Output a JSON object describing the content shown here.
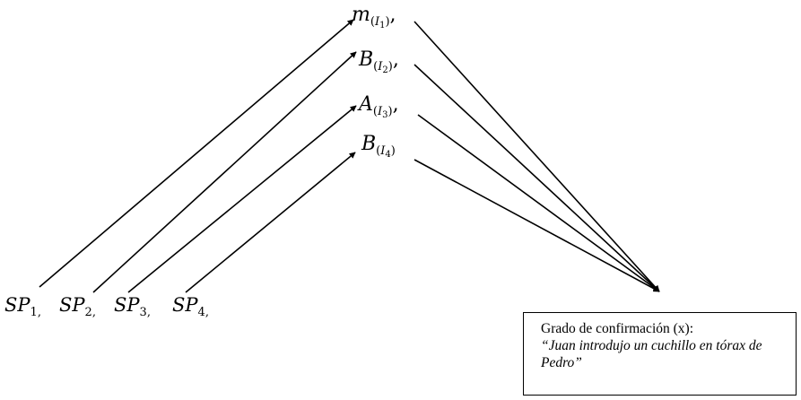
{
  "nodes": {
    "top": [
      {
        "base": "m",
        "sub_letter": "I",
        "sub_index": "1",
        "suffix": ","
      },
      {
        "base": "B",
        "sub_letter": "I",
        "sub_index": "2",
        "suffix": ","
      },
      {
        "base": "A",
        "sub_letter": "I",
        "sub_index": "3",
        "suffix": ","
      },
      {
        "base": "B",
        "sub_letter": "I",
        "sub_index": "4",
        "suffix": ""
      }
    ],
    "sources": [
      {
        "base": "SP",
        "index": "1",
        "suffix": ","
      },
      {
        "base": "SP",
        "index": "2",
        "suffix": ","
      },
      {
        "base": "SP",
        "index": "3",
        "suffix": ","
      },
      {
        "base": "SP",
        "index": "4",
        "suffix": ","
      }
    ]
  },
  "result": {
    "title": "Grado de confirmación (x):",
    "quote": "“Juan introdujo un cuchillo en tórax de Pedro”"
  },
  "colors": {
    "ink": "#000000",
    "background": "#ffffff"
  }
}
